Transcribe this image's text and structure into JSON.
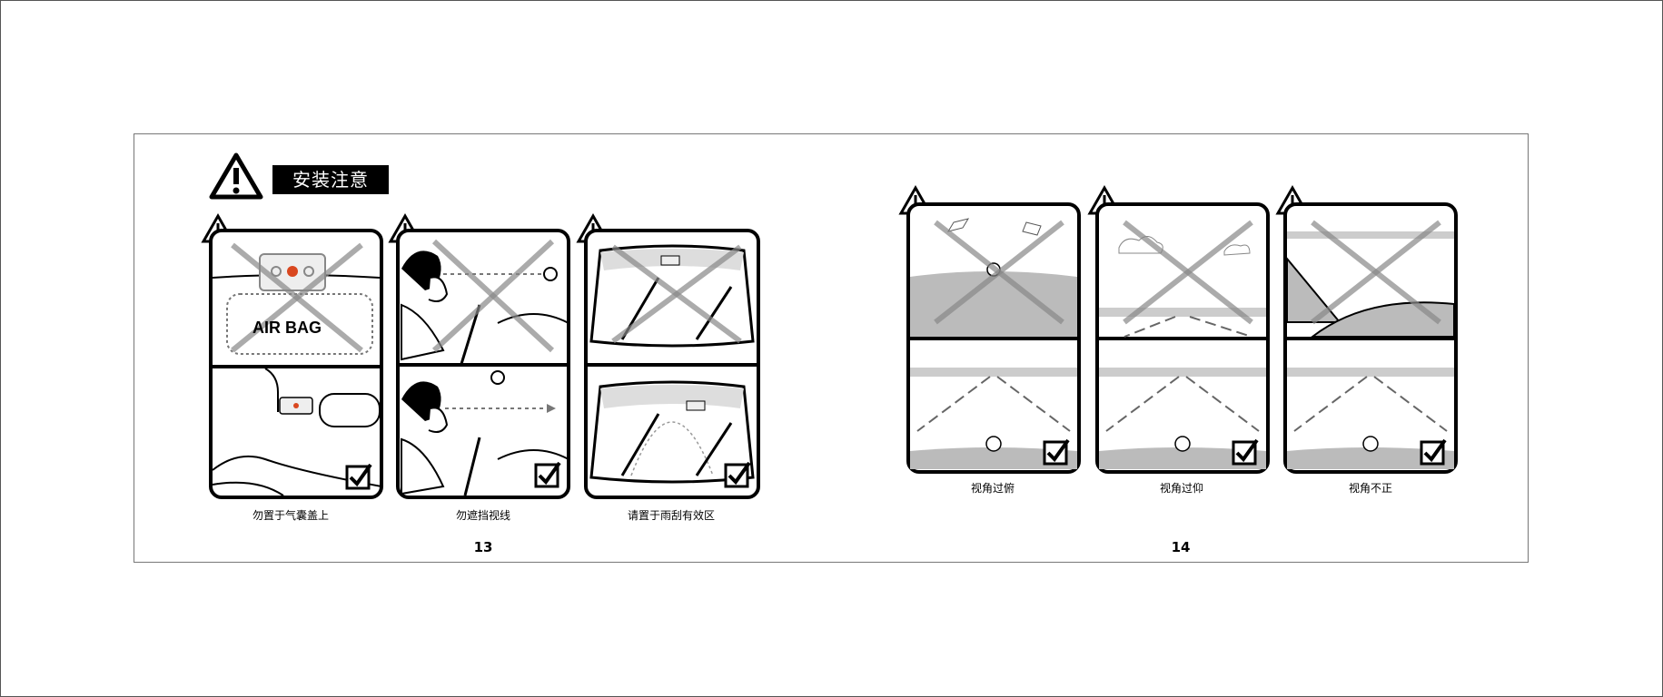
{
  "header": {
    "title": "安装注意",
    "warning_icon": "warning-triangle-icon"
  },
  "page13": {
    "number": "13",
    "panels": [
      {
        "caption": "勿置于气囊盖上",
        "airbag_label": "AIR BAG"
      },
      {
        "caption": "勿遮挡视线"
      },
      {
        "caption": "请置于雨刮有效区"
      }
    ]
  },
  "page14": {
    "number": "14",
    "panels": [
      {
        "caption": "视角过俯"
      },
      {
        "caption": "视角过仰"
      },
      {
        "caption": "视角不正"
      }
    ]
  },
  "icons": [
    "warning-triangle-icon",
    "checkmark-box-icon",
    "cross-mark-icon",
    "wiper-icon",
    "car-emblem-icon"
  ]
}
